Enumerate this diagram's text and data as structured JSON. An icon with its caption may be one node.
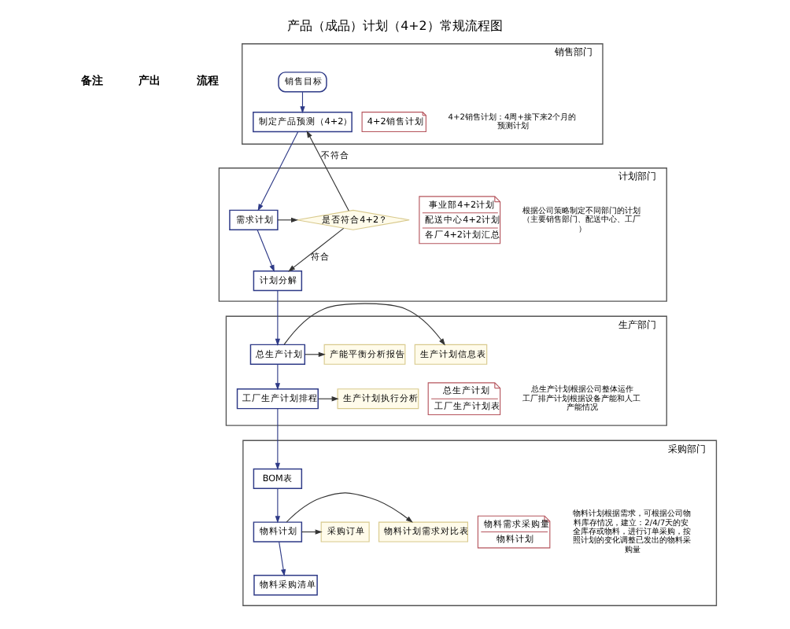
{
  "diagram": {
    "title": "产品（成品）计划（4+2）常规流程图",
    "nodes": [
      {
        "text": [
          "销售部门"
        ]
      },
      {
        "text": [
          "4+2销售计划"
        ],
        "in": 0
      },
      {
        "text": [
          "销售目标"
        ],
        "in": 0
      },
      {
        "text": [
          "制定产品预测（4+2）"
        ],
        "in": 0
      },
      {
        "text": [
          "计划部门"
        ]
      },
      {
        "text": [
          "事业部4+2计划",
          "配送中心4+2计划",
          "各厂4+2计划汇总"
        ],
        "in": 4
      },
      {
        "text": [
          "需求计划"
        ],
        "in": 4
      },
      {
        "text": [
          "是否符合4+2？"
        ],
        "in": 4
      },
      {
        "text": [
          "计划分解"
        ],
        "in": 4
      },
      {
        "text": [
          "生产部门"
        ]
      },
      {
        "text": [
          "总生产计划"
        ],
        "in": 9
      },
      {
        "text": [
          "生产计划信息表"
        ],
        "in": 9
      },
      {
        "text": [
          "产能平衡分析报告"
        ],
        "in": 9
      },
      {
        "text": [
          "工厂生产计划排程"
        ],
        "in": 9
      },
      {
        "text": [
          "生产计划执行分析"
        ],
        "in": 9
      },
      {
        "text": [
          "总生产计划",
          "工厂生产计划表"
        ],
        "in": 9
      },
      {
        "text": [
          "采购部门"
        ]
      },
      {
        "text": [
          "物料需求采购量",
          "物料计划"
        ],
        "in": 16
      },
      {
        "text": [
          "BOM表"
        ],
        "in": 16
      },
      {
        "text": [
          "物料计划需求对比表"
        ],
        "in": 16
      },
      {
        "text": [
          "物料计划"
        ],
        "in": 16
      },
      {
        "text": [
          "采购订单"
        ],
        "in": 16
      },
      {
        "text": [
          "物料采购清单"
        ],
        "in": 16
      }
    ],
    "edges": [
      {
        "from": 2,
        "to": 3,
        "arrow": "to"
      },
      {
        "from": 3,
        "to": 6,
        "arrow": "to"
      },
      {
        "from": 6,
        "to": 7,
        "arrow": "to",
        "color": "#333333"
      },
      {
        "from": 7,
        "to": 3,
        "arrow": "to",
        "label": "不符合",
        "color": "#333333"
      },
      {
        "from": 7,
        "to": 8,
        "arrow": "to",
        "label": "符合",
        "color": "#333333"
      },
      {
        "from": 6,
        "to": 8,
        "arrow": "to"
      },
      {
        "from": 8,
        "to": 10,
        "arrow": "to"
      },
      {
        "from": 10,
        "to": 11,
        "arrow": "to",
        "color": "#333333"
      },
      {
        "from": 10,
        "to": 12,
        "arrow": "to",
        "color": "#333333"
      },
      {
        "from": 10,
        "to": 13,
        "arrow": "to"
      },
      {
        "from": 13,
        "to": 14,
        "arrow": "to",
        "color": "#333333"
      },
      {
        "from": 13,
        "to": 18,
        "arrow": "to"
      },
      {
        "from": 18,
        "to": 20,
        "arrow": "to"
      },
      {
        "from": 20,
        "to": 19,
        "arrow": "to",
        "color": "#333333"
      },
      {
        "from": 20,
        "to": 21,
        "arrow": "to",
        "color": "#333333"
      },
      {
        "from": 20,
        "to": 22,
        "arrow": "to"
      }
    ],
    "labels": [
      "备注",
      "产出",
      "流程",
      "4+2销售计划：4周+接下来2个月的预测计划",
      "根据公司策略制定不同部门的计划（主要销售部门、配送中心、工厂）",
      "总生产计划根据公司整体运作",
      "工厂排产计划根据设备产能和人工产能情况",
      "物料计划根据需求，可根据公司物料库存情况，建立：2/4/7天的安全库存或物料，进行订单采购，按照计划的变化调整已发出的物料采购量"
    ]
  }
}
